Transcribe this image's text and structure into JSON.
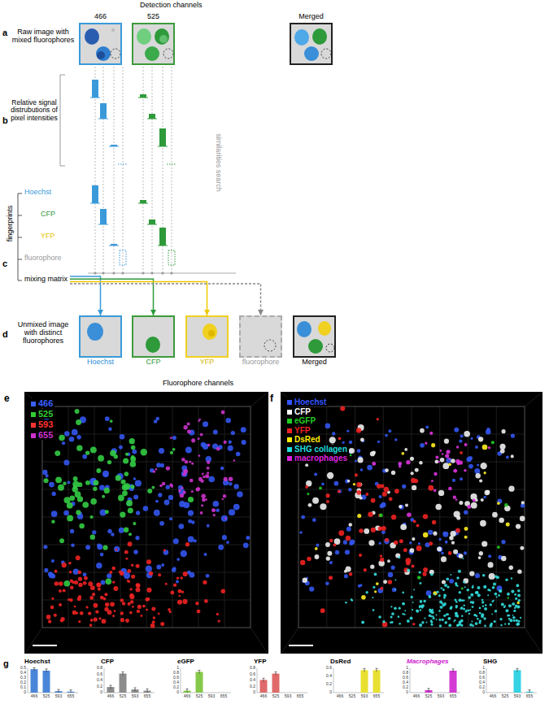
{
  "diagram": {
    "nodes": [
      {
        "text": [
          "466"
        ]
      },
      {
        "text": [
          "525"
        ]
      },
      {
        "text": [
          "Merged"
        ]
      },
      {
        "text": [
          "mixing matrix"
        ]
      },
      {
        "text": [
          "Hoechst"
        ]
      },
      {
        "text": [
          "CFP"
        ]
      },
      {
        "text": [
          "YFP"
        ]
      },
      {
        "text": [
          "fluorophore"
        ]
      },
      {
        "text": [
          "Merged"
        ]
      }
    ],
    "edges": [
      {
        "from": 3,
        "to": 4,
        "arrow": "to"
      },
      {
        "from": 3,
        "to": 5,
        "arrow": "to"
      },
      {
        "from": 3,
        "to": 6,
        "arrow": "to"
      },
      {
        "from": 3,
        "to": 7,
        "arrow": "to"
      }
    ],
    "labels": [
      "Detection channels",
      "a",
      "Raw image with mixed fluorophores",
      "b",
      "Relative signal distrubutions of pixel intensities",
      "similarities search",
      "c",
      "fingerprints",
      "Hoechst",
      "CFP",
      "YFP",
      "fluorophore",
      "d",
      "Unmixed image with distinct fluorophores",
      "Fluorophore channels",
      "e",
      "f",
      "g",
      "Hoechst",
      "0.5",
      "0.4",
      "0.3",
      "0.2",
      "0.1",
      "0",
      "466",
      "525",
      "593",
      "655",
      "CFP",
      "0.8",
      "0.6",
      "0.4",
      "0.2",
      "0",
      "466",
      "525",
      "593",
      "655",
      "eGFP",
      "1",
      "0.8",
      "0.6",
      "0.4",
      "0.2",
      "0",
      "466",
      "525",
      "593",
      "655",
      "YFP",
      "0.8",
      "0.6",
      "0.4",
      "0.2",
      "0",
      "466",
      "525",
      "593",
      "655",
      "DsRed",
      "0.6",
      "0.4",
      "0.2",
      "0",
      "466",
      "525",
      "593",
      "655",
      "Macrophages",
      "1",
      "0.8",
      "0.6",
      "0.4",
      "0.2",
      "0",
      "466",
      "525",
      "593",
      "655",
      "SHG",
      "1",
      "0.8",
      "0.6",
      "0.4",
      "0.2",
      "0",
      "466",
      "525",
      "593",
      "655"
    ],
    "legend": [
      {
        "text": "466",
        "color": "#3a5fff"
      },
      {
        "text": "525",
        "color": "#33cc33"
      },
      {
        "text": "593",
        "color": "#ff3333"
      },
      {
        "text": "655",
        "color": "#cc33cc"
      },
      {
        "text": "Hoechst",
        "color": "#3355ff"
      },
      {
        "text": "CFP",
        "color": "#ffffff"
      },
      {
        "text": "eGFP",
        "color": "#22cc22"
      },
      {
        "text": "YFP",
        "color": "#ee2222"
      },
      {
        "text": "DsRed",
        "color": "#ffee00"
      },
      {
        "text": "SHG collagen",
        "color": "#22dddd"
      },
      {
        "text": "macrophages",
        "color": "#dd22dd"
      }
    ]
  }
}
